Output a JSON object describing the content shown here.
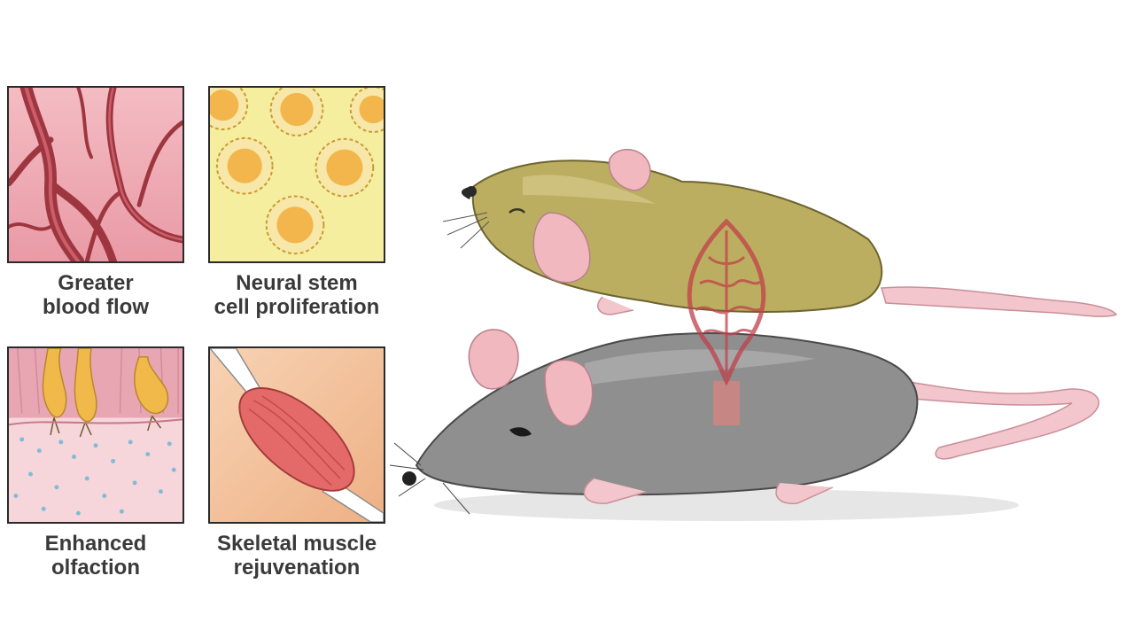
{
  "panels": [
    {
      "id": "blood",
      "line1": "Greater",
      "line2": "blood flow",
      "icon": "blood-vessels-icon"
    },
    {
      "id": "neural",
      "line1": "Neural stem",
      "line2": "cell proliferation",
      "icon": "stem-cells-icon"
    },
    {
      "id": "olfaction",
      "line1": "Enhanced",
      "line2": "olfaction",
      "icon": "olfactory-neurons-icon"
    },
    {
      "id": "muscle",
      "line1": "Skeletal muscle",
      "line2": "rejuvenation",
      "icon": "muscle-icon"
    }
  ],
  "colors": {
    "panel_border": "#2a2a2a",
    "caption": "#3a3a3a",
    "blood_bg": "#eea9b2",
    "vessel": "#b2404a",
    "neural_bg": "#f4ee9e",
    "cell": "#f3b64c",
    "olfaction_bg": "#f2c8cf",
    "neuron": "#f0b94a",
    "muscle_bg": "#f1bf93",
    "muscle": "#e46a6a",
    "young_mouse": "#bcae60",
    "old_mouse": "#8f8f8f",
    "mouse_pink": "#f2b8c0"
  }
}
